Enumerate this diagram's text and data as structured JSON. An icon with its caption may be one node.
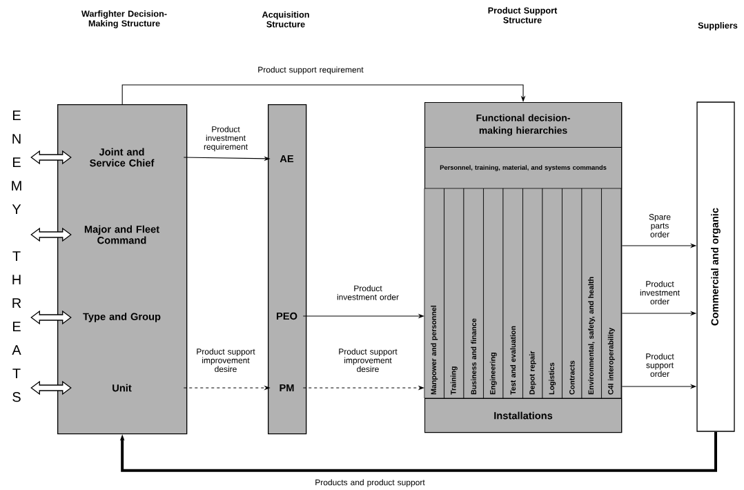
{
  "diagram": {
    "nodes": [
      {
        "text": [
          "ENEMY THREATS"
        ]
      },
      {
        "text": [],
        "shape": "box"
      },
      {
        "text": [
          "Joint and Service Chief"
        ],
        "in": 1
      },
      {
        "text": [
          "Major and Fleet Command"
        ],
        "in": 1
      },
      {
        "text": [
          "Type and Group"
        ],
        "in": 1
      },
      {
        "text": [
          "Unit"
        ],
        "in": 1
      },
      {
        "text": [],
        "shape": "box"
      },
      {
        "text": [
          "AE"
        ],
        "in": 6
      },
      {
        "text": [
          "PEO"
        ],
        "in": 6
      },
      {
        "text": [
          "PM"
        ],
        "in": 6
      },
      {
        "text": [],
        "shape": "box"
      },
      {
        "text": [
          "Functional decision-making hierarchies"
        ],
        "in": 10
      },
      {
        "text": [
          "Personnel, training, material, and systems commands"
        ],
        "in": 10
      },
      {
        "text": [
          "Manpower and personnel"
        ],
        "in": 10
      },
      {
        "text": [
          "Training"
        ],
        "in": 10
      },
      {
        "text": [
          "Business and finance"
        ],
        "in": 10
      },
      {
        "text": [
          "Engineering"
        ],
        "in": 10
      },
      {
        "text": [
          "Test and evaluation"
        ],
        "in": 10
      },
      {
        "text": [
          "Depot repair"
        ],
        "in": 10
      },
      {
        "text": [
          "Logistics"
        ],
        "in": 10
      },
      {
        "text": [
          "Contracts"
        ],
        "in": 10
      },
      {
        "text": [
          "Environmental, safety, and health"
        ],
        "in": 10
      },
      {
        "text": [
          "C4I interoperability"
        ],
        "in": 10
      },
      {
        "text": [
          "Installations"
        ],
        "in": 10
      },
      {
        "text": [
          "Commercial and organic"
        ]
      }
    ],
    "edges": [
      {
        "from": 0,
        "to": 2,
        "arrow": "both"
      },
      {
        "from": 0,
        "to": 3,
        "arrow": "both"
      },
      {
        "from": 0,
        "to": 4,
        "arrow": "both"
      },
      {
        "from": 0,
        "to": 5,
        "arrow": "both"
      },
      {
        "from": 1,
        "to": 11,
        "arrow": "to",
        "label": "Product support requirement"
      },
      {
        "from": 2,
        "to": 7,
        "arrow": "to",
        "label": "Product investment requirement"
      },
      {
        "from": 5,
        "to": 9,
        "arrow": "to",
        "label": "Product support improvement desire",
        "style": "dashed"
      },
      {
        "from": 8,
        "to": 10,
        "arrow": "to",
        "label": "Product investment order"
      },
      {
        "from": 9,
        "to": 10,
        "arrow": "to",
        "label": "Product support improvement desire",
        "style": "dashed"
      },
      {
        "from": 10,
        "to": 24,
        "arrow": "to",
        "label": "Spare parts order"
      },
      {
        "from": 10,
        "to": 24,
        "arrow": "to",
        "label": "Product investment order"
      },
      {
        "from": 10,
        "to": 24,
        "arrow": "to",
        "label": "Product support order"
      },
      {
        "from": 24,
        "to": 1,
        "arrow": "to",
        "label": "Products and product support",
        "style": "thick"
      }
    ],
    "labels": [
      "Warfighter Decision-Making Structure",
      "Acquisition Structure",
      "Product Support Structure",
      "Suppliers"
    ]
  }
}
